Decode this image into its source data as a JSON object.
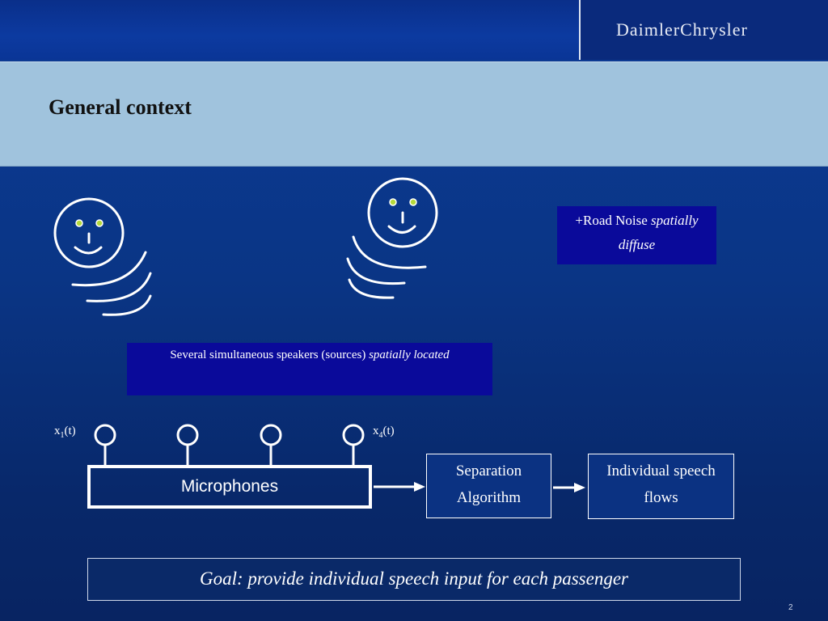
{
  "header": {
    "logo": "DaimlerChrysler"
  },
  "slide": {
    "title": "General context",
    "page_number": "2"
  },
  "speakers": {
    "text": "Several simultaneous speakers (sources)",
    "emphasis": "spatially located"
  },
  "noise": {
    "text": "+Road Noise",
    "emphasis_1": "spatially",
    "emphasis_2": "diffuse"
  },
  "microphones": {
    "label": "Microphones",
    "first_label": "x",
    "first_sub": "1",
    "first_suffix": "(t)",
    "last_label": "x",
    "last_sub": "4",
    "last_suffix": "(t)"
  },
  "separation": {
    "line1": "Separation",
    "line2": "Algorithm"
  },
  "flows": {
    "line1": "Individual speech",
    "line2": "flows"
  },
  "goal": {
    "text": "Goal: provide individual speech input for each passenger"
  },
  "colors": {
    "background": "#0a3585",
    "title_band": "#a0c3dd",
    "text_box": "#0a0a9a",
    "eye": "#b5d93a"
  }
}
